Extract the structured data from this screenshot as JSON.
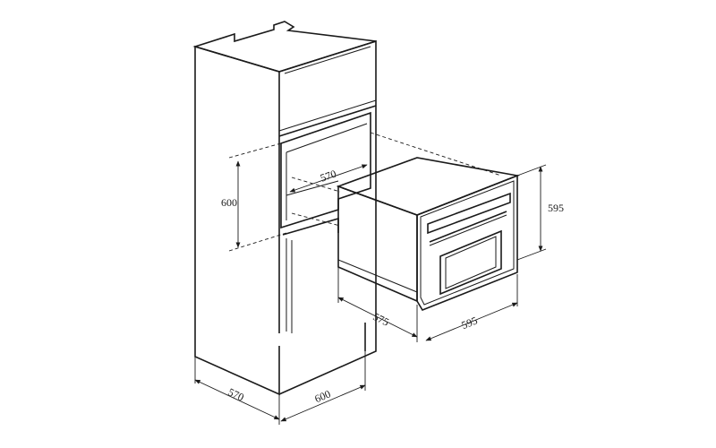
{
  "dimensions": {
    "cabinet_depth": "570",
    "cabinet_width": "600",
    "niche_height": "600",
    "niche_depth": "570",
    "oven_depth": "575",
    "oven_width": "595",
    "oven_height": "595"
  },
  "colors": {
    "stroke": "#1a1a1a",
    "background": "#ffffff"
  }
}
